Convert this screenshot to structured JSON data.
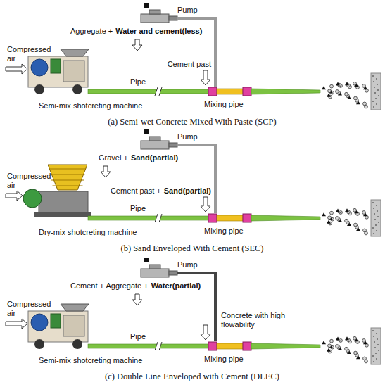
{
  "diagram": {
    "labels": [
      "Pump",
      "Aggregate +",
      "Water and cement(less)",
      "Compressed air",
      "Cement past",
      "Semi-mix shotcreting machine",
      "Pipe",
      "Mixing pipe",
      "(a) Semi-wet Concrete Mixed With Paste (SCP)",
      "Pump",
      "Gravel +",
      "Sand(partial)",
      "Compressed air",
      "Cement past +",
      "Sand(partial)",
      "Dry-mix shotcreting machine",
      "Pipe",
      "Mixing pipe",
      "(b) Sand Enveloped With Cement (SEC)",
      "Pump",
      "Cement + Aggregate +",
      "Water(partial)",
      "Compressed air",
      "Concrete with high flowability",
      "Semi-mix shotcreting machine",
      "Pipe",
      "Mixing pipe",
      "(c) Double Line Enveloped with Cement (DLEC)"
    ]
  }
}
